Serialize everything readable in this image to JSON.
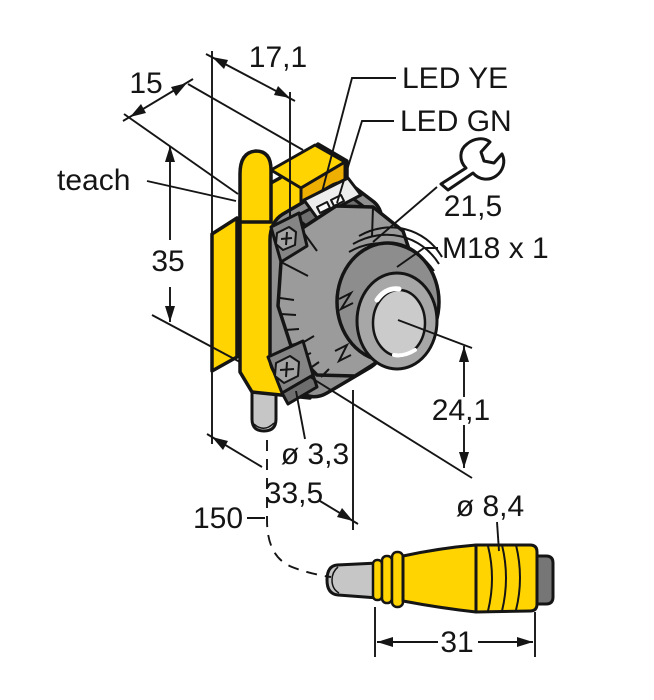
{
  "figure": {
    "type": "technical-dimension-drawing",
    "subject": "M18 photoelectric sensor with teach button and pigtail quick-disconnect cable",
    "callouts": {
      "teach": "teach",
      "led_yellow": "LED YE",
      "led_green": "LED GN",
      "wrench_flats": "21,5",
      "thread": "M18 x 1"
    },
    "dimensions": {
      "width": "15",
      "depth": "17,1",
      "height": "35",
      "lens_axis_height": "24,1",
      "mounting_hole_diameter": "ø 3,3",
      "overall_length": "33,5",
      "cable_length": "150",
      "connector_diameter": "ø 8,4",
      "connector_length": "31"
    },
    "icons": {
      "wrench": "wrench-icon (spanner symbol above 21,5)"
    },
    "colors": {
      "housing_yellow": "#ffd400",
      "housing_yellow_shade": "#efaf00",
      "metal_gray": "#9b9b9b",
      "dark_gray": "#6f6f6f",
      "cable_gray": "#c6c6c6",
      "outline": "#151515",
      "background": "#ffffff"
    }
  }
}
